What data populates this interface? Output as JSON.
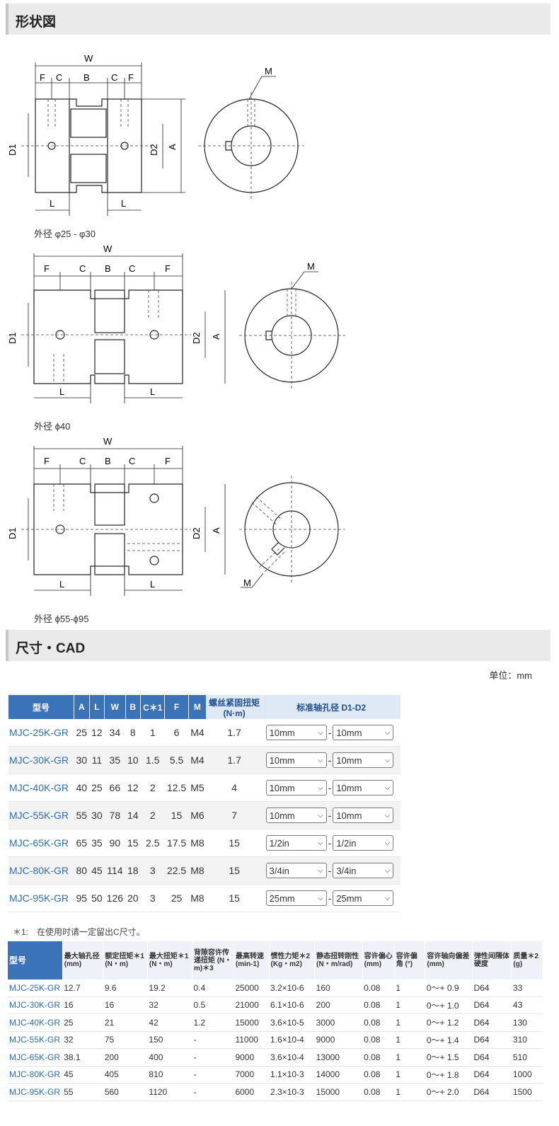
{
  "section1": {
    "title": "形状図"
  },
  "captions": [
    "外径 φ25 - φ30",
    "外径 ϕ40",
    "外径 ϕ55-ϕ95"
  ],
  "dims": {
    "W": "W",
    "F": "F",
    "C": "C",
    "B": "B",
    "L": "L",
    "D1": "D1",
    "D2": "D2",
    "A": "A",
    "M": "M"
  },
  "section2": {
    "title": "尺寸・CAD"
  },
  "unit": "单位：mm",
  "table1": {
    "headers": [
      "型号",
      "A",
      "L",
      "W",
      "B",
      "C＊1",
      "F",
      "M",
      "螺丝紧固扭矩 (N·m)",
      "标准轴孔径 D1-D2"
    ],
    "rows": [
      {
        "model": "MJC-25K-GR",
        "A": "25",
        "L": "12",
        "W": "34",
        "B": "8",
        "C": "1",
        "F": "6",
        "M": "M4",
        "torque": "1.7",
        "d1": "10mm",
        "d2": "10mm"
      },
      {
        "model": "MJC-30K-GR",
        "A": "30",
        "L": "11",
        "W": "35",
        "B": "10",
        "C": "1.5",
        "F": "5.5",
        "M": "M4",
        "torque": "1.7",
        "d1": "10mm",
        "d2": "10mm"
      },
      {
        "model": "MJC-40K-GR",
        "A": "40",
        "L": "25",
        "W": "66",
        "B": "12",
        "C": "2",
        "F": "12.5",
        "M": "M5",
        "torque": "4",
        "d1": "10mm",
        "d2": "10mm"
      },
      {
        "model": "MJC-55K-GR",
        "A": "55",
        "L": "30",
        "W": "78",
        "B": "14",
        "C": "2",
        "F": "15",
        "M": "M6",
        "torque": "7",
        "d1": "10mm",
        "d2": "10mm"
      },
      {
        "model": "MJC-65K-GR",
        "A": "65",
        "L": "35",
        "W": "90",
        "B": "15",
        "C": "2.5",
        "F": "17.5",
        "M": "M8",
        "torque": "15",
        "d1": "1/2in",
        "d2": "1/2in"
      },
      {
        "model": "MJC-80K-GR",
        "A": "80",
        "L": "45",
        "W": "114",
        "B": "18",
        "C": "3",
        "F": "22.5",
        "M": "M8",
        "torque": "15",
        "d1": "3/4in",
        "d2": "3/4in"
      },
      {
        "model": "MJC-95K-GR",
        "A": "95",
        "L": "50",
        "W": "126",
        "B": "20",
        "C": "3",
        "F": "25",
        "M": "M8",
        "torque": "15",
        "d1": "25mm",
        "d2": "25mm"
      }
    ]
  },
  "note1": "＊1:　在使用时请一定留出C尺寸。",
  "table2": {
    "headers": [
      "型号",
      "最大轴孔径 (mm)",
      "额定扭矩＊1 (N・m)",
      "最大扭矩＊1 (N・m)",
      "背隙容许传递扭矩 (N・m)＊3",
      "最高转速 (min-1)",
      "惯性力矩＊2 (Kg・m2)",
      "静态扭转刚性 (N・m/rad)",
      "容许偏心 (mm)",
      "容许偏角 (°)",
      "容许轴向偏差 (mm)",
      "弹性间隔体硬度",
      "质量＊2 (g)"
    ],
    "rows": [
      [
        "MJC-25K-GR",
        "12.7",
        "9.6",
        "19.2",
        "0.4",
        "25000",
        "3.2×10-6",
        "160",
        "0.08",
        "1",
        "0～+ 0.9",
        "D64",
        "33"
      ],
      [
        "MJC-30K-GR",
        "16",
        "16",
        "32",
        "0.5",
        "21000",
        "6.1×10-6",
        "200",
        "0.08",
        "1",
        "0～+ 1.0",
        "D64",
        "43"
      ],
      [
        "MJC-40K-GR",
        "25",
        "21",
        "42",
        "1.2",
        "15000",
        "3.6×10-5",
        "3000",
        "0.08",
        "1",
        "0～+ 1.2",
        "D64",
        "130"
      ],
      [
        "MJC-55K-GR",
        "32",
        "75",
        "150",
        "-",
        "11000",
        "1.6×10-4",
        "9000",
        "0.08",
        "1",
        "0～+ 1.4",
        "D64",
        "310"
      ],
      [
        "MJC-65K-GR",
        "38.1",
        "200",
        "400",
        "-",
        "9000",
        "3.6×10-4",
        "13000",
        "0.08",
        "1",
        "0～+ 1.5",
        "D64",
        "510"
      ],
      [
        "MJC-80K-GR",
        "45",
        "405",
        "810",
        "-",
        "7000",
        "1.1×10-3",
        "14000",
        "0.08",
        "1",
        "0～+ 1.8",
        "D64",
        "1000"
      ],
      [
        "MJC-95K-GR",
        "55",
        "560",
        "1120",
        "-",
        "6000",
        "2.3×10-3",
        "15000",
        "0.08",
        "1",
        "0～+ 2.0",
        "D64",
        "1500"
      ]
    ]
  }
}
